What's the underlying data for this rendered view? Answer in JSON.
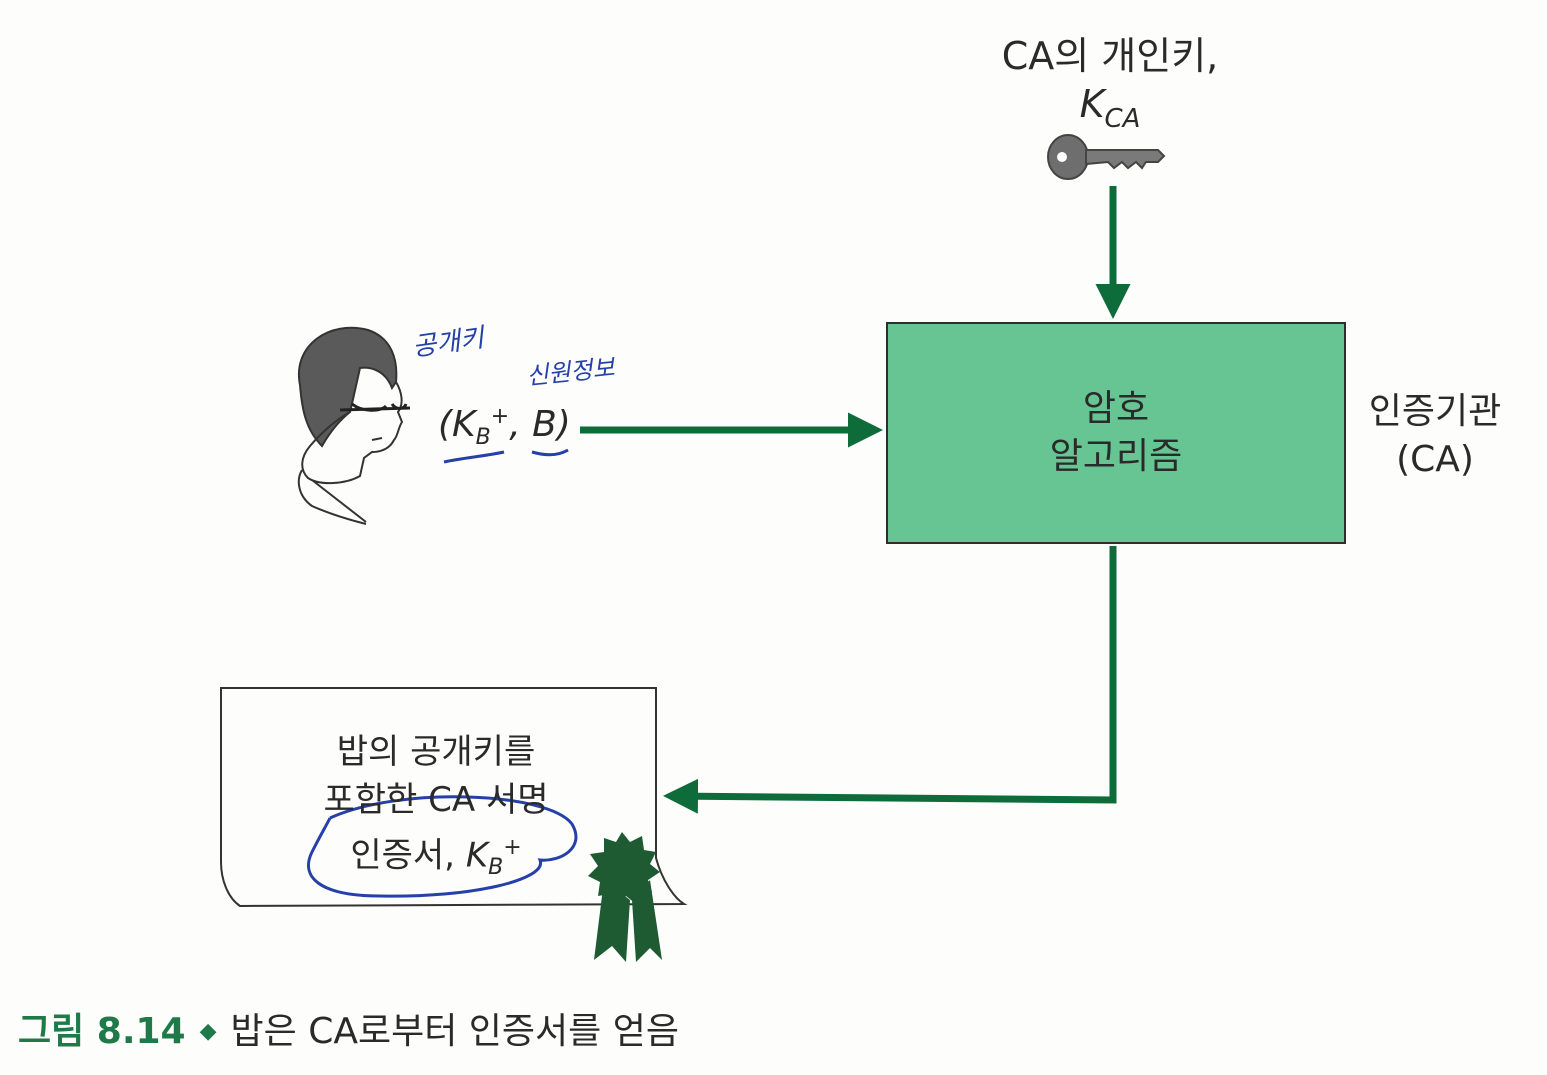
{
  "key_label": {
    "line1": "CA의 개인키,",
    "symbol": "K",
    "subscript": "CA"
  },
  "ca_box": {
    "line1": "암호",
    "line2": "알고리즘",
    "fill": "#66c592"
  },
  "ca_label": {
    "line1": "인증기관",
    "line2": "(CA)"
  },
  "bob_input": {
    "open": "(",
    "symbol": "K",
    "subscript": "B",
    "superscript": "+",
    "rest": ", B)"
  },
  "certificate": {
    "line1": "밥의 공개키를",
    "line2": "포함한 CA 서명",
    "line3_text": "인증서, ",
    "symbol": "K",
    "subscript": "B",
    "superscript": "+"
  },
  "caption": {
    "figure": "그림 8.14",
    "bullet": "◆",
    "text": "밥은 CA로부터 인증서를 얻음"
  },
  "handwritten": {
    "note1": "공개키",
    "note2": "신원정보"
  },
  "colors": {
    "arrow": "#0e6b3a",
    "ribbon": "#1e5a32",
    "annotation": "#2540a8"
  },
  "icons": [
    "key-icon",
    "person-icon",
    "ribbon-seal-icon"
  ]
}
